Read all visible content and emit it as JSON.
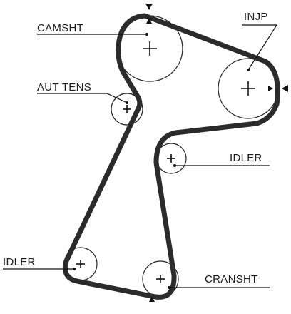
{
  "diagram": {
    "labels": {
      "camshaft": "CAMSHT",
      "injection_pump": "INJP",
      "auto_tensioner": "AUT TENS",
      "idler_right": "IDLER",
      "idler_left": "IDLER",
      "crankshaft": "CRANSHT"
    },
    "colors": {
      "belt": "#2b2b2b",
      "lines": "#111111",
      "background": "#ffffff"
    }
  }
}
